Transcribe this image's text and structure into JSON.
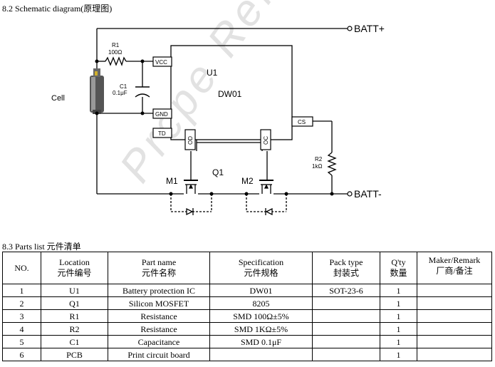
{
  "sections": {
    "schematic_title": "8.2 Schematic diagram(原理图)",
    "parts_title": "8.3 Parts list 元件清单"
  },
  "schematic": {
    "batt_plus": "BATT+",
    "batt_minus": "BATT-",
    "cell_label": "Cell",
    "r1_name": "R1",
    "r1_value": "100Ω",
    "c1_name": "C1",
    "c1_value": "0.1μF",
    "u1_label": "U1",
    "ic_name": "DW01",
    "pin_vcc": "VCC",
    "pin_gnd": "GND",
    "pin_td": "TD",
    "pin_cs": "CS",
    "pin_od": "OD",
    "pin_oc": "OC",
    "r2_name": "R2",
    "r2_value": "1kΩ",
    "q1_label": "Q1",
    "m1_label": "M1",
    "m2_label": "M2"
  },
  "watermark_text": "Prcpe Reference",
  "colors": {
    "line": "#000000",
    "watermark": "#d8d8d8",
    "cell_body": "#555555"
  },
  "parts_table": {
    "headers": [
      {
        "en": "NO.",
        "cn": ""
      },
      {
        "en": "Location",
        "cn": "元件编号"
      },
      {
        "en": "Part name",
        "cn": "元件名称"
      },
      {
        "en": "Specification",
        "cn": "元件规格"
      },
      {
        "en": "Pack type",
        "cn": "封装式"
      },
      {
        "en": "Q'ty",
        "cn": "数量"
      },
      {
        "en": "Maker/Remark",
        "cn": "厂商/备注"
      }
    ],
    "rows": [
      [
        "1",
        "U1",
        "Battery protection IC",
        "DW01",
        "SOT-23-6",
        "1",
        ""
      ],
      [
        "2",
        "Q1",
        "Silicon MOSFET",
        "8205",
        "",
        "1",
        ""
      ],
      [
        "3",
        "R1",
        "Resistance",
        "SMD 100Ω±5%",
        "",
        "1",
        ""
      ],
      [
        "4",
        "R2",
        "Resistance",
        "SMD 1KΩ±5%",
        "",
        "1",
        ""
      ],
      [
        "5",
        "C1",
        "Capacitance",
        "SMD 0.1μF",
        "",
        "1",
        ""
      ],
      [
        "6",
        "PCB",
        "Print circuit board",
        "",
        "",
        "1",
        ""
      ]
    ]
  }
}
